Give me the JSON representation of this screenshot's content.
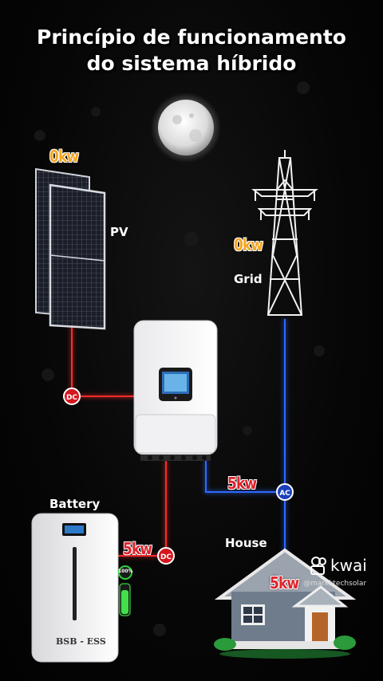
{
  "title": {
    "line1": "Princípio de funcionamento",
    "line2": "do sistema híbrido"
  },
  "pv": {
    "label": "PV",
    "power": "0kw"
  },
  "grid": {
    "label": "Grid",
    "power": "0kw"
  },
  "battery": {
    "label": "Battery",
    "power": "5kw",
    "soc": "100%",
    "brand": "BSB - ESS"
  },
  "house": {
    "label": "House",
    "power": "5kw"
  },
  "inverter": {
    "ac_power": "5kw"
  },
  "badges": {
    "pv_dc": "DC",
    "battery_dc": "DC",
    "ac": "AC"
  },
  "watermark": {
    "brand": "kwai",
    "handle": "@markktechsolar"
  },
  "colors": {
    "dc_line": "#ff2a2a",
    "ac_line": "#2f6bff",
    "kw_orange": "#f5a623",
    "kw_red": "#e0232c"
  }
}
